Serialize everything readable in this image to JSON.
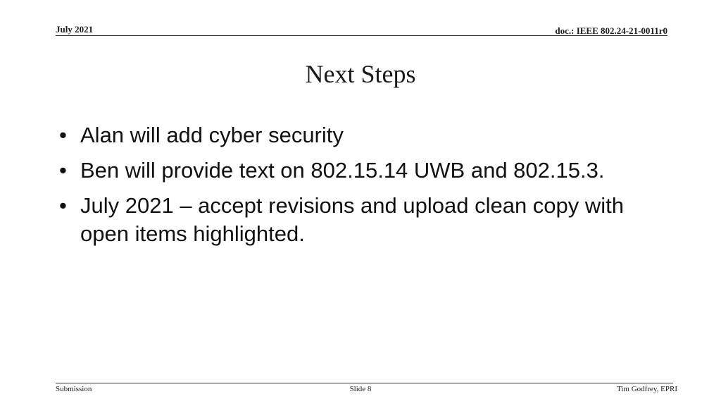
{
  "header": {
    "date": "July 2021",
    "doc_id": "doc.: IEEE 802.24-21-0011r0"
  },
  "slide": {
    "title": "Next Steps",
    "bullet_symbol": "•",
    "bullets": [
      "Alan will add cyber security",
      "Ben will provide text on 802.15.14 UWB and 802.15.3.",
      "July 2021 – accept revisions and upload clean copy with open items highlighted."
    ]
  },
  "footer": {
    "left": "Submission",
    "center": "Slide 8",
    "right": "Tim Godfrey, EPRI"
  }
}
